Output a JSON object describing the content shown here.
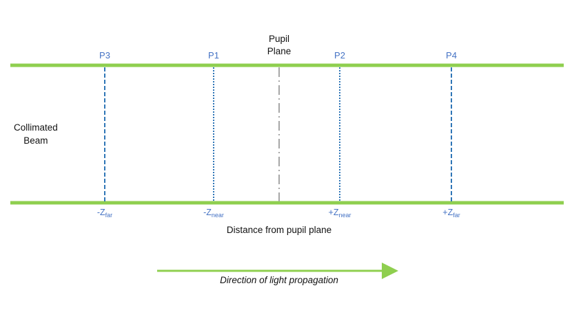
{
  "colors": {
    "beam_green": "#8fcf4f",
    "plane_blue": "#2e75b6",
    "pupil_gray": "#a6a6a6",
    "label_blue": "#4472c4",
    "text_dark": "#111111"
  },
  "pupil_plane": {
    "line1": "Pupil",
    "line2": "Plane"
  },
  "beam": {
    "line1": "Collimated",
    "line2": "Beam"
  },
  "planes": [
    {
      "label": "P3",
      "style": "dashed"
    },
    {
      "label": "P1",
      "style": "dotted"
    },
    {
      "label": "P2",
      "style": "dotted"
    },
    {
      "label": "P4",
      "style": "dashed"
    }
  ],
  "distances": [
    {
      "prefix": "-Z",
      "sub": "far"
    },
    {
      "prefix": "-Z",
      "sub": "near"
    },
    {
      "prefix": "+Z",
      "sub": "near"
    },
    {
      "prefix": "+Z",
      "sub": "far"
    }
  ],
  "axis_title": "Distance from pupil plane",
  "arrow_caption": "Direction of light propagation"
}
